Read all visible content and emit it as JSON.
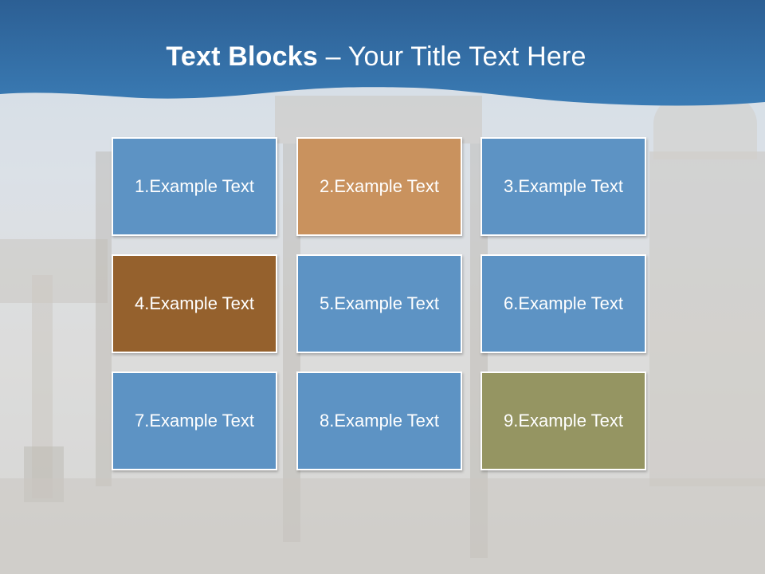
{
  "slide": {
    "title_bold": "Text Blocks",
    "title_dash": " – ",
    "title_rest": "Your Title Text Here"
  },
  "blocks": [
    {
      "label": "1.Example Text",
      "color": "#5d93c4"
    },
    {
      "label": "2.Example Text",
      "color": "#c9925e"
    },
    {
      "label": "3.Example Text",
      "color": "#5d93c4"
    },
    {
      "label": "4.Example Text",
      "color": "#95612d"
    },
    {
      "label": "5.Example Text",
      "color": "#5d93c4"
    },
    {
      "label": "6.Example Text",
      "color": "#5d93c4"
    },
    {
      "label": "7.Example Text",
      "color": "#5d93c4"
    },
    {
      "label": "8.Example Text",
      "color": "#5d93c4"
    },
    {
      "label": "9.Example Text",
      "color": "#959562"
    }
  ],
  "colors": {
    "header": "#2f6da3",
    "block_border": "#ffffff"
  }
}
